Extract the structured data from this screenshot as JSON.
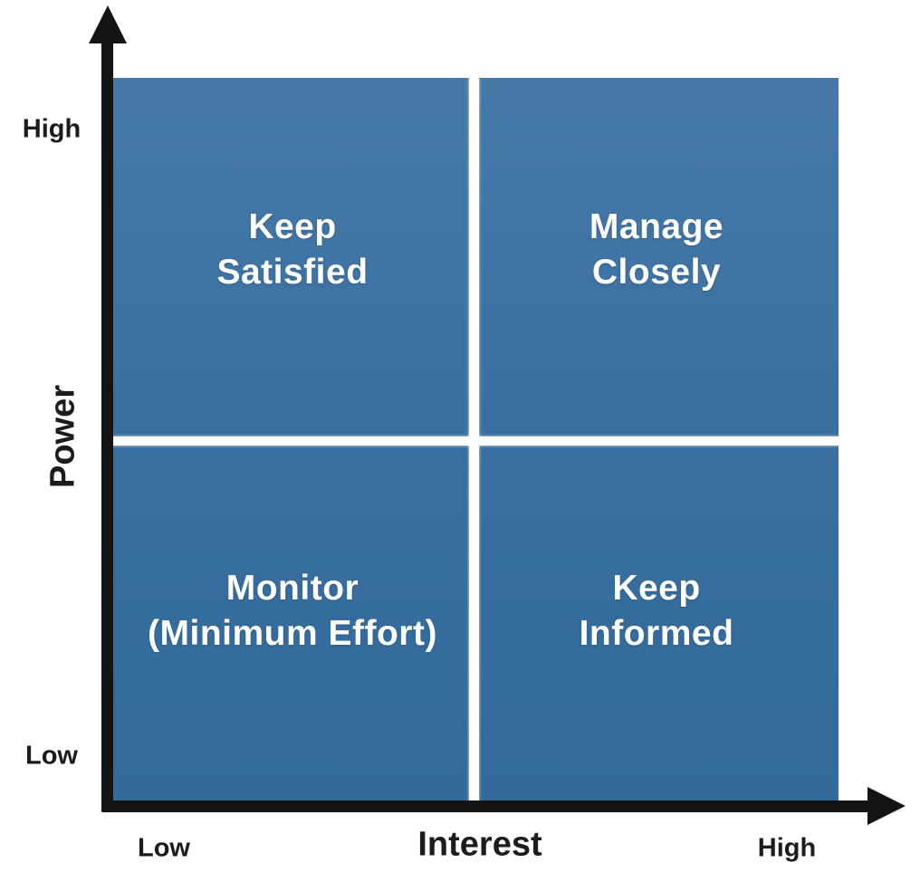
{
  "diagram": {
    "type": "quadrant-matrix",
    "description": "Stakeholder analysis power-interest grid",
    "quadrants": {
      "top_left": "Keep\nSatisfied",
      "top_right": "Manage\nClosely",
      "bottom_left": "Monitor\n(Minimum Effort)",
      "bottom_right": "Keep\nInformed"
    },
    "y_axis": {
      "label": "Power",
      "high": "High",
      "low": "Low"
    },
    "x_axis": {
      "label": "Interest",
      "low": "Low",
      "high": "High"
    },
    "colors": {
      "quadrant_fill_top": "#4679a8",
      "quadrant_fill_bottom": "#336a9b",
      "divider": "#ffffff",
      "axis": "#141414",
      "quadrant_text": "#ffffff",
      "axis_text": "#1c1c1c",
      "background": "#ffffff"
    }
  }
}
